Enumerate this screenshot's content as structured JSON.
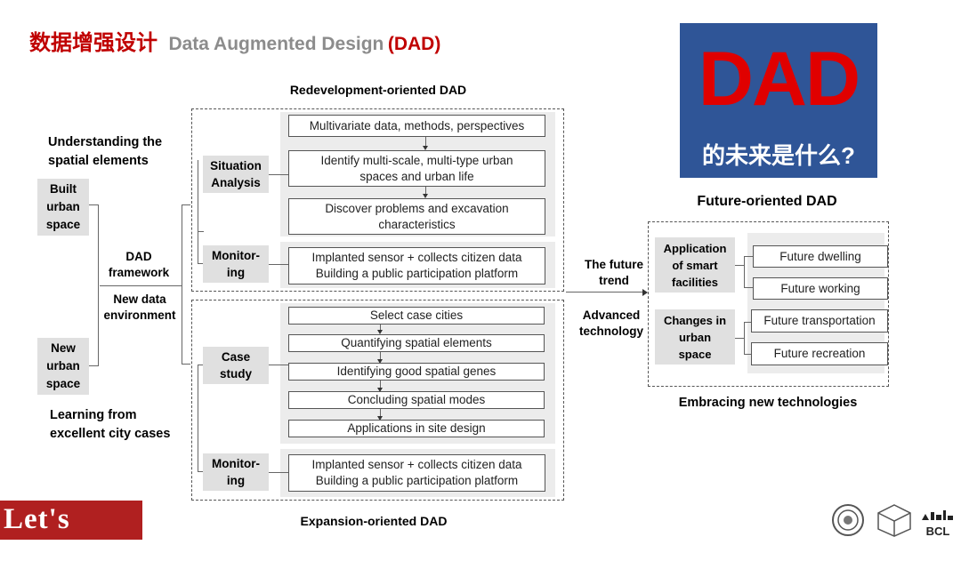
{
  "header": {
    "title_cn": "数据增强设计",
    "title_en": "Data Augmented Design",
    "title_abbr": "(DAD)"
  },
  "badge": {
    "big": "DAD",
    "question": "的未来是什么?"
  },
  "left": {
    "understanding": [
      "Understanding the",
      "spatial elements"
    ],
    "built": [
      "Built",
      "urban",
      "space"
    ],
    "new_urban": [
      "New",
      "urban",
      "space"
    ],
    "learning": [
      "Learning from",
      "excellent city cases"
    ],
    "framework": [
      "DAD",
      "framework"
    ],
    "environment": [
      "New data",
      "environment"
    ]
  },
  "redevelopment": {
    "title": "Redevelopment-oriented DAD",
    "situation": [
      "Situation",
      "Analysis"
    ],
    "boxes": [
      [
        "Multivariate data, methods, perspectives"
      ],
      [
        "Identify multi-scale, multi-type urban",
        "spaces and urban life"
      ],
      [
        "Discover problems and excavation",
        "characteristics"
      ]
    ],
    "monitor": [
      "Monitor-",
      "ing"
    ],
    "monitor_box": [
      "Implanted sensor + collects citizen data",
      "Building a public participation platform"
    ]
  },
  "expansion": {
    "title": "Expansion-oriented DAD",
    "case": [
      "Case",
      "study"
    ],
    "boxes": [
      "Select case cities",
      "Quantifying spatial elements",
      "Identifying good spatial genes",
      "Concluding spatial modes",
      "Applications in site design"
    ],
    "monitor": [
      "Monitor-",
      "ing"
    ],
    "monitor_box": [
      "Implanted sensor + collects citizen data",
      "Building a public participation platform"
    ]
  },
  "middle": {
    "future_trend": [
      "The future",
      "trend"
    ],
    "advanced": [
      "Advanced",
      "technology"
    ]
  },
  "future": {
    "title": "Future-oriented DAD",
    "smart": [
      "Application",
      "of smart",
      "facilities"
    ],
    "changes": [
      "Changes in",
      "urban",
      "space"
    ],
    "items": [
      "Future dwelling",
      "Future working",
      "Future transportation",
      "Future recreation"
    ],
    "footer": "Embracing new technologies"
  },
  "logos": {
    "letstalk": "Let's TalK",
    "bcl": "BCL"
  },
  "colors": {
    "red": "#c00000",
    "blue_badge": "#2f5597",
    "gray_text": "#8c8c8c"
  }
}
